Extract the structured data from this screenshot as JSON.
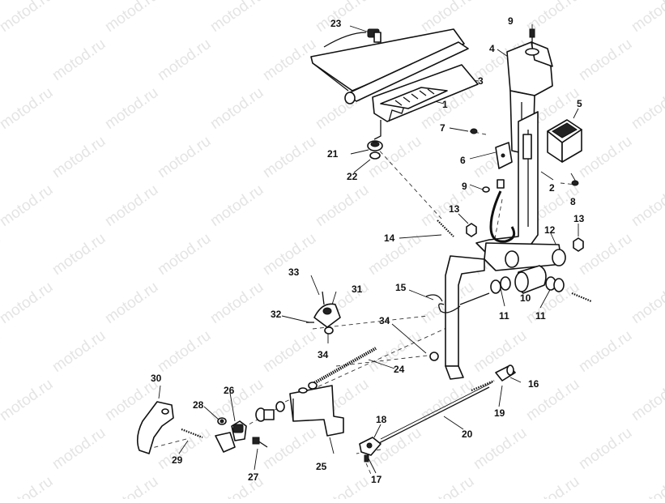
{
  "watermark": "motod.ru",
  "callouts": [
    "1",
    "2",
    "3",
    "4",
    "5",
    "6",
    "7",
    "8",
    "9",
    "9",
    "10",
    "11",
    "11",
    "12",
    "13",
    "13",
    "14",
    "15",
    "16",
    "17",
    "18",
    "19",
    "20",
    "21",
    "22",
    "23",
    "24",
    "25",
    "26",
    "27",
    "28",
    "29",
    "30",
    "31",
    "32",
    "33",
    "34",
    "34"
  ]
}
